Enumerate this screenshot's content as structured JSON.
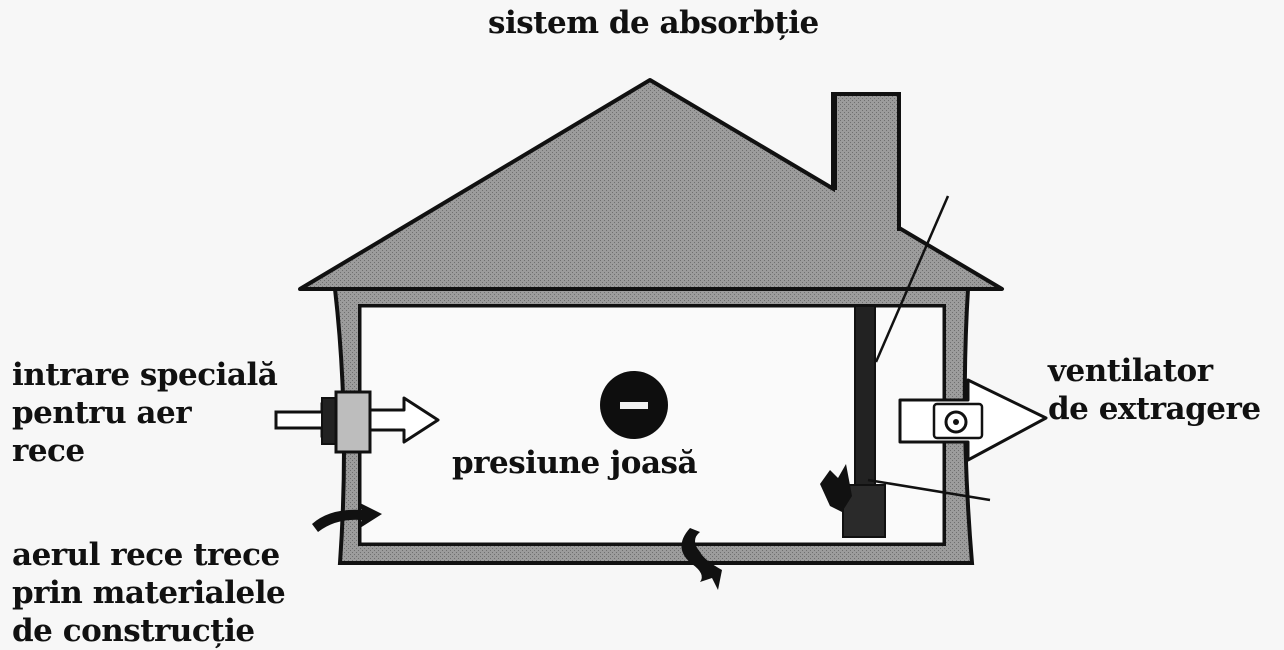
{
  "diagram": {
    "title": "sistem de absorbție",
    "center_label": "presiune joasă",
    "pressure_symbol": "−",
    "inlet_label": [
      "intrare specială",
      "pentru aer",
      "rece"
    ],
    "fan_label": [
      "ventilator",
      "de extragere"
    ],
    "infiltration_label": [
      "aerul rece trece",
      "prin materialele",
      "de construcție"
    ]
  },
  "icons": {
    "pressure": "minus-circle-icon",
    "fan": "fan-icon",
    "inlet_arrow": "arrow-right-icon",
    "outlet_arrow": "arrow-right-icon",
    "flame": "flame-icon"
  },
  "colors": {
    "roof": "#8f8f8f",
    "wall": "#a5a5a5",
    "outline": "#111111",
    "background": "#f7f7f7"
  }
}
